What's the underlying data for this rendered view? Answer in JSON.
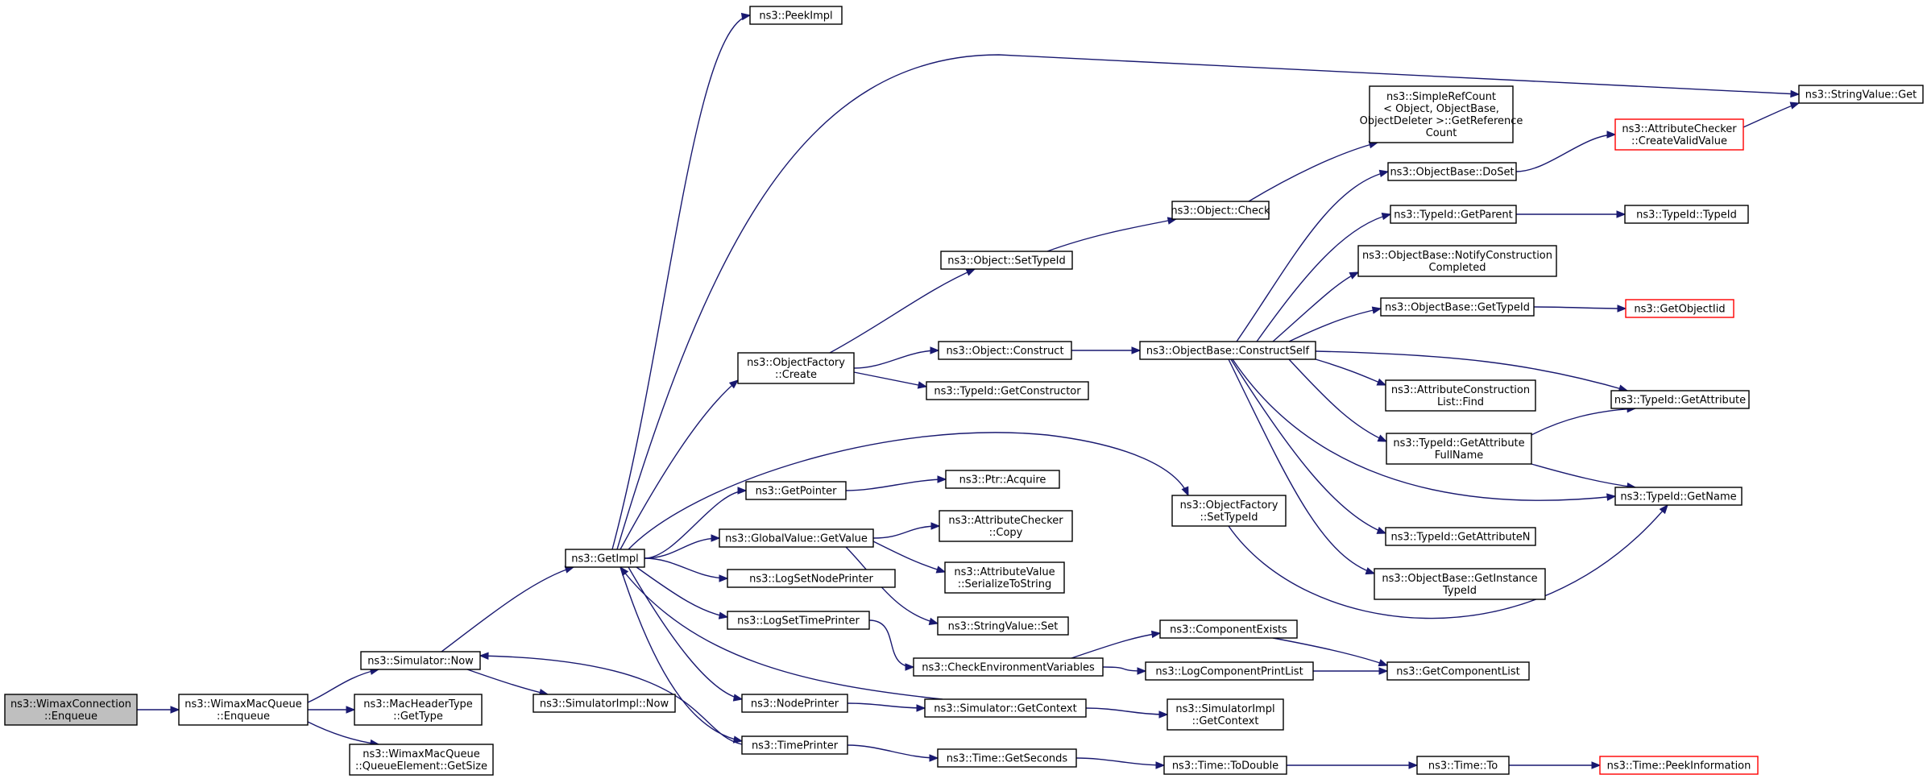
{
  "colors": {
    "edge": "#191970",
    "node_border": "#000000",
    "root_fill": "#bfbfbf",
    "external_border": "#ff0000"
  },
  "nodes": [
    {
      "id": "root",
      "lines": [
        "ns3::WimaxConnection",
        "::Enqueue"
      ],
      "style": "root"
    },
    {
      "id": "wmq_enq",
      "lines": [
        "ns3::WimaxMacQueue",
        "::Enqueue"
      ]
    },
    {
      "id": "sim_now",
      "lines": [
        "ns3::Simulator::Now"
      ]
    },
    {
      "id": "mht_gettype",
      "lines": [
        "ns3::MacHeaderType",
        "::GetType"
      ]
    },
    {
      "id": "qe_getsize",
      "lines": [
        "ns3::WimaxMacQueue",
        "::QueueElement::GetSize"
      ]
    },
    {
      "id": "getimpl",
      "lines": [
        "ns3::GetImpl"
      ]
    },
    {
      "id": "simimpl_now",
      "lines": [
        "ns3::SimulatorImpl::Now"
      ]
    },
    {
      "id": "peekimpl",
      "lines": [
        "ns3::PeekImpl"
      ]
    },
    {
      "id": "of_create",
      "lines": [
        "ns3::ObjectFactory",
        "::Create"
      ]
    },
    {
      "id": "getpointer",
      "lines": [
        "ns3::GetPointer"
      ]
    },
    {
      "id": "gv_getvalue",
      "lines": [
        "ns3::GlobalValue::GetValue"
      ]
    },
    {
      "id": "logsetnode",
      "lines": [
        "ns3::LogSetNodePrinter"
      ]
    },
    {
      "id": "logsettime",
      "lines": [
        "ns3::LogSetTimePrinter"
      ]
    },
    {
      "id": "nodeprinter",
      "lines": [
        "ns3::NodePrinter"
      ]
    },
    {
      "id": "timeprinter",
      "lines": [
        "ns3::TimePrinter"
      ]
    },
    {
      "id": "of_settypeid",
      "lines": [
        "ns3::ObjectFactory",
        "::SetTypeId"
      ]
    },
    {
      "id": "obj_settypeid",
      "lines": [
        "ns3::Object::SetTypeId"
      ]
    },
    {
      "id": "obj_construct",
      "lines": [
        "ns3::Object::Construct"
      ]
    },
    {
      "id": "tid_getconstructor",
      "lines": [
        "ns3::TypeId::GetConstructor"
      ]
    },
    {
      "id": "ptr_acquire",
      "lines": [
        "ns3::Ptr::Acquire"
      ]
    },
    {
      "id": "ac_copy",
      "lines": [
        "ns3::AttributeChecker",
        "::Copy"
      ]
    },
    {
      "id": "av_serialize",
      "lines": [
        "ns3::AttributeValue",
        "::SerializeToString"
      ]
    },
    {
      "id": "sv_set",
      "lines": [
        "ns3::StringValue::Set"
      ]
    },
    {
      "id": "checkenv",
      "lines": [
        "ns3::CheckEnvironmentVariables"
      ]
    },
    {
      "id": "sim_getcontext",
      "lines": [
        "ns3::Simulator::GetContext"
      ]
    },
    {
      "id": "time_getseconds",
      "lines": [
        "ns3::Time::GetSeconds"
      ]
    },
    {
      "id": "obj_check",
      "lines": [
        "ns3::Object::Check"
      ]
    },
    {
      "id": "ob_constructself",
      "lines": [
        "ns3::ObjectBase::ConstructSelf"
      ]
    },
    {
      "id": "comp_exists",
      "lines": [
        "ns3::ComponentExists"
      ]
    },
    {
      "id": "logcomp_printlist",
      "lines": [
        "ns3::LogComponentPrintList"
      ]
    },
    {
      "id": "simimpl_getcontext",
      "lines": [
        "ns3::SimulatorImpl",
        "::GetContext"
      ]
    },
    {
      "id": "time_todouble",
      "lines": [
        "ns3::Time::ToDouble"
      ]
    },
    {
      "id": "src_getrefcount",
      "lines": [
        "ns3::SimpleRefCount",
        "< Object, ObjectBase,",
        "ObjectDeleter >::GetReference",
        "Count"
      ]
    },
    {
      "id": "ob_doset",
      "lines": [
        "ns3::ObjectBase::DoSet"
      ]
    },
    {
      "id": "tid_getparent",
      "lines": [
        "ns3::TypeId::GetParent"
      ]
    },
    {
      "id": "ob_notify",
      "lines": [
        "ns3::ObjectBase::NotifyConstruction",
        "Completed"
      ]
    },
    {
      "id": "ob_gettypeid",
      "lines": [
        "ns3::ObjectBase::GetTypeId"
      ]
    },
    {
      "id": "acl_find",
      "lines": [
        "ns3::AttributeConstruction",
        "List::Find"
      ]
    },
    {
      "id": "tid_getattrfullname",
      "lines": [
        "ns3::TypeId::GetAttribute",
        "FullName"
      ]
    },
    {
      "id": "tid_getattrn",
      "lines": [
        "ns3::TypeId::GetAttributeN"
      ]
    },
    {
      "id": "ob_getinstancetypeid",
      "lines": [
        "ns3::ObjectBase::GetInstance",
        "TypeId"
      ]
    },
    {
      "id": "getcomplist",
      "lines": [
        "ns3::GetComponentList"
      ]
    },
    {
      "id": "time_to",
      "lines": [
        "ns3::Time::To"
      ]
    },
    {
      "id": "sv_get",
      "lines": [
        "ns3::StringValue::Get"
      ]
    },
    {
      "id": "ac_createvalid",
      "lines": [
        "ns3::AttributeChecker",
        "::CreateValidValue"
      ],
      "style": "ext"
    },
    {
      "id": "tid_typeid",
      "lines": [
        "ns3::TypeId::TypeId"
      ]
    },
    {
      "id": "getobjectiid",
      "lines": [
        "ns3::GetObjectIid"
      ],
      "style": "ext"
    },
    {
      "id": "tid_getattribute",
      "lines": [
        "ns3::TypeId::GetAttribute"
      ]
    },
    {
      "id": "tid_getname",
      "lines": [
        "ns3::TypeId::GetName"
      ]
    },
    {
      "id": "time_peekinfo",
      "lines": [
        "ns3::Time::PeekInformation"
      ],
      "style": "ext"
    }
  ],
  "edges": [
    [
      "root",
      "wmq_enq"
    ],
    [
      "wmq_enq",
      "sim_now"
    ],
    [
      "wmq_enq",
      "mht_gettype"
    ],
    [
      "wmq_enq",
      "qe_getsize"
    ],
    [
      "sim_now",
      "getimpl"
    ],
    [
      "sim_now",
      "simimpl_now"
    ],
    [
      "getimpl",
      "peekimpl"
    ],
    [
      "getimpl",
      "sv_get"
    ],
    [
      "getimpl",
      "of_create"
    ],
    [
      "getimpl",
      "of_settypeid"
    ],
    [
      "getimpl",
      "getpointer"
    ],
    [
      "getimpl",
      "gv_getvalue"
    ],
    [
      "getimpl",
      "logsetnode"
    ],
    [
      "getimpl",
      "logsettime"
    ],
    [
      "getimpl",
      "nodeprinter"
    ],
    [
      "getimpl",
      "timeprinter"
    ],
    [
      "of_create",
      "obj_settypeid"
    ],
    [
      "of_create",
      "obj_construct"
    ],
    [
      "of_create",
      "tid_getconstructor"
    ],
    [
      "obj_settypeid",
      "obj_check"
    ],
    [
      "obj_check",
      "src_getrefcount"
    ],
    [
      "obj_construct",
      "ob_constructself"
    ],
    [
      "ob_constructself",
      "ob_doset"
    ],
    [
      "ob_constructself",
      "tid_getparent"
    ],
    [
      "ob_constructself",
      "ob_notify"
    ],
    [
      "ob_constructself",
      "ob_gettypeid"
    ],
    [
      "ob_constructself",
      "tid_getattribute"
    ],
    [
      "ob_constructself",
      "acl_find"
    ],
    [
      "ob_constructself",
      "tid_getattrfullname"
    ],
    [
      "ob_constructself",
      "tid_getname"
    ],
    [
      "ob_constructself",
      "tid_getattrn"
    ],
    [
      "ob_constructself",
      "ob_getinstancetypeid"
    ],
    [
      "ob_doset",
      "ac_createvalid"
    ],
    [
      "ac_createvalid",
      "sv_get"
    ],
    [
      "tid_getparent",
      "tid_typeid"
    ],
    [
      "ob_gettypeid",
      "getobjectiid"
    ],
    [
      "tid_getattrfullname",
      "tid_getattribute"
    ],
    [
      "tid_getattrfullname",
      "tid_getname"
    ],
    [
      "of_settypeid",
      "tid_getname"
    ],
    [
      "getpointer",
      "ptr_acquire"
    ],
    [
      "gv_getvalue",
      "ac_copy"
    ],
    [
      "gv_getvalue",
      "av_serialize"
    ],
    [
      "gv_getvalue",
      "sv_set"
    ],
    [
      "logsettime",
      "checkenv"
    ],
    [
      "checkenv",
      "comp_exists"
    ],
    [
      "checkenv",
      "logcomp_printlist"
    ],
    [
      "comp_exists",
      "getcomplist"
    ],
    [
      "logcomp_printlist",
      "getcomplist"
    ],
    [
      "nodeprinter",
      "sim_getcontext"
    ],
    [
      "sim_getcontext",
      "getimpl"
    ],
    [
      "sim_getcontext",
      "simimpl_getcontext"
    ],
    [
      "timeprinter",
      "sim_now"
    ],
    [
      "timeprinter",
      "time_getseconds"
    ],
    [
      "time_getseconds",
      "time_todouble"
    ],
    [
      "time_todouble",
      "time_to"
    ],
    [
      "time_to",
      "time_peekinfo"
    ]
  ]
}
